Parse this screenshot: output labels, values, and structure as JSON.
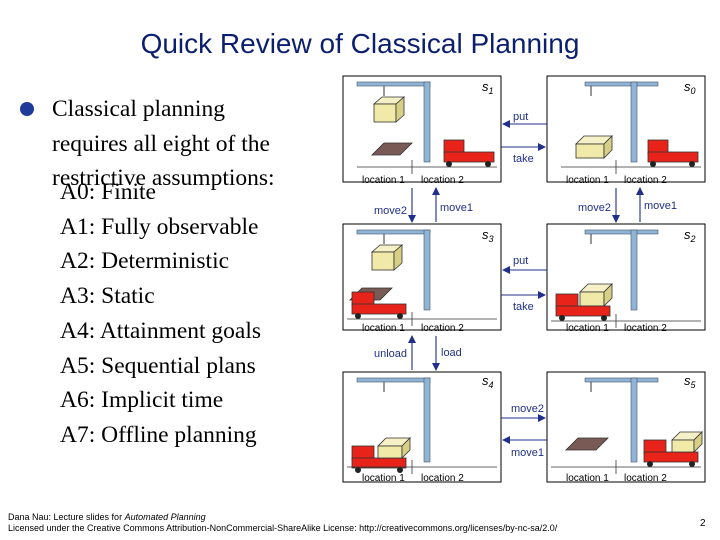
{
  "title": "Quick Review of Classical Planning",
  "bullet": {
    "lines": [
      "Classical planning",
      "requires all eight of the",
      "restrictive assumptions:"
    ]
  },
  "assumptions": [
    "A0: Finite",
    "A1: Fully observable",
    "A2: Deterministic",
    "A3: Static",
    "A4: Attainment goals",
    "A5: Sequential plans",
    "A6: Implicit time",
    "A7: Offline planning"
  ],
  "states": {
    "s0": {
      "base": "s",
      "sub": "0"
    },
    "s1": {
      "base": "s",
      "sub": "1"
    },
    "s2": {
      "base": "s",
      "sub": "2"
    },
    "s3": {
      "base": "s",
      "sub": "3"
    },
    "s4": {
      "base": "s",
      "sub": "4"
    },
    "s5": {
      "base": "s",
      "sub": "5"
    }
  },
  "location_labels": {
    "loc1": "location 1",
    "loc2": "location 2"
  },
  "actions": {
    "put": "put",
    "take": "take",
    "move1": "move1",
    "move2": "move2",
    "load": "load",
    "unload": "unload"
  },
  "footer": {
    "line1_prefix": "Dana Nau: Lecture slides for ",
    "line1_italic": "Automated Planning",
    "line2": "Licensed under the Creative Commons Attribution-NonCommercial-ShareAlike License: http://creativecommons.org/licenses/by-nc-sa/2.0/"
  },
  "page_number": "2",
  "colors": {
    "title": "#0b1f6e",
    "crane": "#8fb4d6",
    "robot": "#e8231a",
    "container": "#f0e9a8",
    "pallet": "#7a5a55",
    "arrow": "#1f2f8a"
  }
}
